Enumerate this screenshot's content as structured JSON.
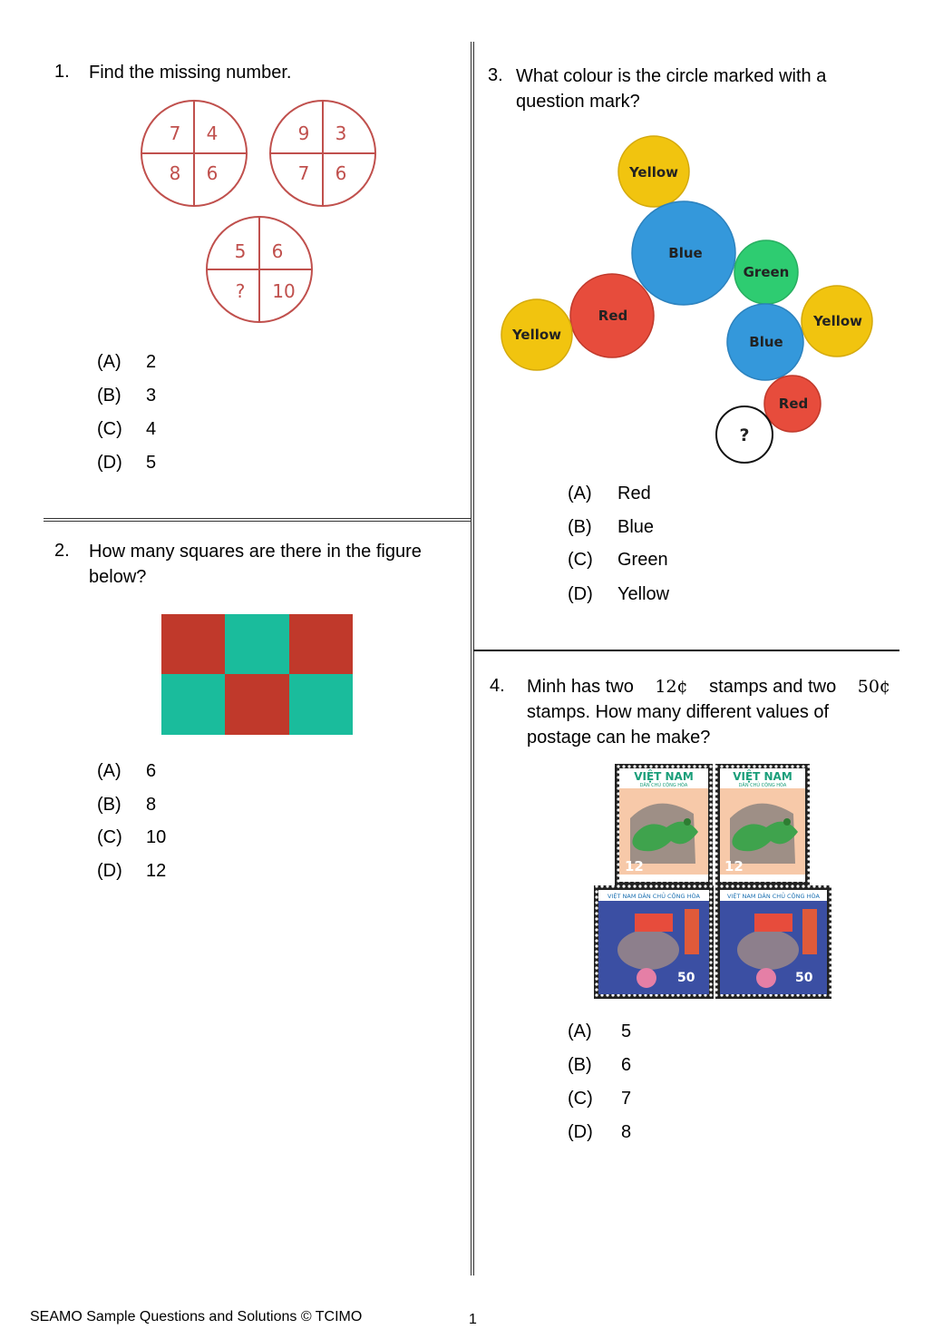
{
  "q1": {
    "number": "1.",
    "text": "Find the missing number.",
    "circles": [
      [
        "7",
        "4",
        "8",
        "6"
      ],
      [
        "9",
        "3",
        "7",
        "6"
      ],
      [
        "5",
        "6",
        "?",
        "10"
      ]
    ],
    "options": [
      {
        "label": "(A)",
        "value": "2"
      },
      {
        "label": "(B)",
        "value": "3"
      },
      {
        "label": "(C)",
        "value": "4"
      },
      {
        "label": "(D)",
        "value": "5"
      }
    ]
  },
  "q2": {
    "number": "2.",
    "text_line1": "How many squares are there in the figure",
    "text_line2": "below?",
    "grid_colors": [
      "#c0392b",
      "#1abc9c"
    ],
    "options": [
      {
        "label": "(A)",
        "value": "6"
      },
      {
        "label": "(B)",
        "value": "8"
      },
      {
        "label": "(C)",
        "value": "10"
      },
      {
        "label": "(D)",
        "value": "12"
      }
    ]
  },
  "q3": {
    "number": "3.",
    "text_line1": "What colour is the circle marked with a",
    "text_line2": "question mark?",
    "circle_labels": {
      "yellow_top": "Yellow",
      "blue_big": "Blue",
      "green": "Green",
      "red_left": "Red",
      "yellow_left": "Yellow",
      "yellow_right": "Yellow",
      "blue_small": "Blue",
      "red_small": "Red",
      "unknown": "?"
    },
    "colors": {
      "yellow": "#f1c40f",
      "blue": "#3498db",
      "green": "#2ecc71",
      "red": "#e74c3c"
    },
    "options": [
      {
        "label": "(A)",
        "value": "Red"
      },
      {
        "label": "(B)",
        "value": "Blue"
      },
      {
        "label": "(C)",
        "value": "Green"
      },
      {
        "label": "(D)",
        "value": "Yellow"
      }
    ]
  },
  "q4": {
    "number": "4.",
    "text_pre1": "Minh has two",
    "value1": "12¢",
    "text_mid": "stamps and two",
    "value2": "50¢",
    "text_line2": "stamps. How many different values of",
    "text_line3": "postage can he make?",
    "stamp_top_text": "VIỆT NAM",
    "stamp_top_sub": "DÂN CHỦ CỘNG HÒA",
    "stamp_top_value": "12",
    "stamp_bottom_text": "VIỆT NAM DÂN CHỦ CỘNG HÒA",
    "stamp_bottom_value": "50",
    "options": [
      {
        "label": "(A)",
        "value": "5"
      },
      {
        "label": "(B)",
        "value": "6"
      },
      {
        "label": "(C)",
        "value": "7"
      },
      {
        "label": "(D)",
        "value": "8"
      }
    ]
  },
  "footer": {
    "left": "SEAMO Sample Questions and Solutions © TCIMO",
    "page": "1"
  }
}
